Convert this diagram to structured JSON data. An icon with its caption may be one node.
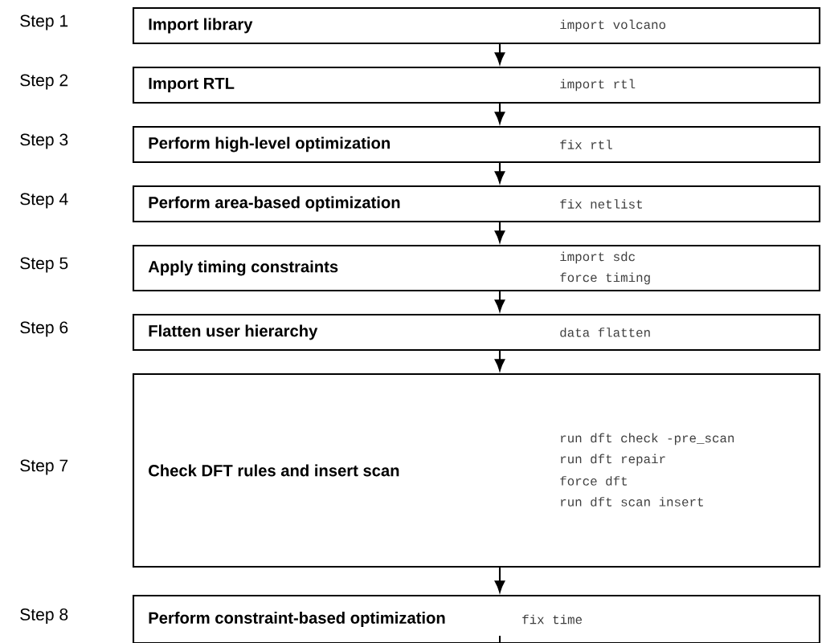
{
  "diagram": {
    "nodes": [
      {
        "text": [
          "Import library",
          "import volcano"
        ]
      },
      {
        "text": [
          "Import RTL",
          "import rtl"
        ]
      },
      {
        "text": [
          "Perform high-level optimization",
          "fix rtl"
        ]
      },
      {
        "text": [
          "Perform area-based optimization",
          "fix netlist"
        ]
      },
      {
        "text": [
          "Apply timing constraints",
          "import sdc",
          "force timing"
        ]
      },
      {
        "text": [
          "Flatten user hierarchy",
          "data flatten"
        ]
      },
      {
        "text": [
          "Check DFT rules and insert scan",
          "run dft check -pre_scan",
          "run dft repair",
          "force dft",
          "run dft scan insert"
        ]
      },
      {
        "text": [
          "Perform constraint-based optimization",
          "fix time"
        ]
      }
    ],
    "edges": [
      {
        "from": 0,
        "to": 1,
        "arrow": "to"
      },
      {
        "from": 1,
        "to": 2,
        "arrow": "to"
      },
      {
        "from": 2,
        "to": 3,
        "arrow": "to"
      },
      {
        "from": 3,
        "to": 4,
        "arrow": "to"
      },
      {
        "from": 4,
        "to": 5,
        "arrow": "to"
      },
      {
        "from": 5,
        "to": 6,
        "arrow": "to"
      },
      {
        "from": 6,
        "to": 7,
        "arrow": "to"
      },
      {
        "from": 7,
        "to": null,
        "arrow": "none"
      }
    ],
    "labels": [
      "Step 1",
      "Step 2",
      "Step 3",
      "Step 4",
      "Step 5",
      "Step 6",
      "Step 7",
      "Step 8"
    ]
  }
}
